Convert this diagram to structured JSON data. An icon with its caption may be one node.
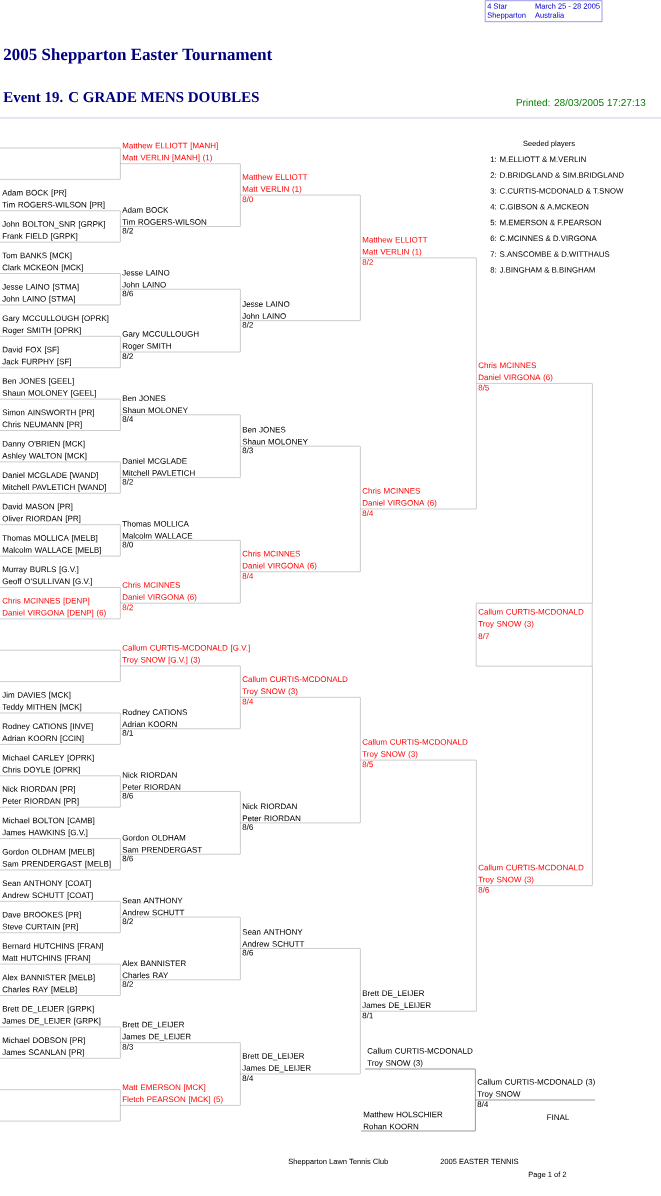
{
  "diagram": {
    "title": "2005 Shepparton Easter Tournament",
    "nodes": [
      {
        "text": [
          "4 Star",
          "March 25 - 28 2005",
          "Shepparton",
          "Australia"
        ]
      },
      {
        "text": [],
        "shape": "line"
      },
      {
        "text": [],
        "shape": "line"
      },
      {
        "text": [
          "Adam BOCK [PR]",
          "Tim ROGERS-WILSON [PR]"
        ]
      },
      {
        "text": [
          "John BOLTON_SNR [GRPK]",
          "Frank FIELD [GRPK]"
        ]
      },
      {
        "text": [
          "Tom BANKS [MCK]",
          "Clark MCKEON [MCK]"
        ]
      },
      {
        "text": [
          "Jesse LAINO [STMA]",
          "John LAINO [STMA]"
        ]
      },
      {
        "text": [
          "Gary MCCULLOUGH [OPRK]",
          "Roger SMITH [OPRK]"
        ]
      },
      {
        "text": [
          "David FOX [SF]",
          "Jack FURPHY [SF]"
        ]
      },
      {
        "text": [
          "Ben JONES [GEEL]",
          "Shaun MOLONEY [GEEL]"
        ]
      },
      {
        "text": [
          "Simon AINSWORTH [PR]",
          "Chris NEUMANN [PR]"
        ]
      },
      {
        "text": [
          "Danny O'BRIEN [MCK]",
          "Ashley WALTON [MCK]"
        ]
      },
      {
        "text": [
          "Daniel MCGLADE [WAND]",
          "Mitchell PAVLETICH [WAND]"
        ]
      },
      {
        "text": [
          "David MASON [PR]",
          "Oliver RIORDAN [PR]"
        ]
      },
      {
        "text": [
          "Thomas MOLLICA [MELB]",
          "Malcolm WALLACE [MELB]"
        ]
      },
      {
        "text": [
          "Murray BURLS [G.V.]",
          "Geoff O'SULLIVAN [G.V.]"
        ]
      },
      {
        "text": [
          "Chris MCINNES [DENP]",
          "Daniel VIRGONA [DENP] (6)"
        ]
      },
      {
        "text": [],
        "shape": "line"
      },
      {
        "text": [],
        "shape": "line"
      },
      {
        "text": [
          "Jim DAVIES [MCK]",
          "Teddy MITHEN [MCK]"
        ]
      },
      {
        "text": [
          "Rodney CATIONS [INVE]",
          "Adrian KOORN [CCIN]"
        ]
      },
      {
        "text": [
          "Michael CARLEY [OPRK]",
          "Chris DOYLE [OPRK]"
        ]
      },
      {
        "text": [
          "Nick RIORDAN [PR]",
          "Peter RIORDAN [PR]"
        ]
      },
      {
        "text": [
          "Michael BOLTON [CAMB]",
          "James HAWKINS [G.V.]"
        ]
      },
      {
        "text": [
          "Gordon OLDHAM [MELB]",
          "Sam PRENDERGAST [MELB]"
        ]
      },
      {
        "text": [
          "Sean ANTHONY [COAT]",
          "Andrew SCHUTT [COAT]"
        ]
      },
      {
        "text": [
          "Dave BROOKES [PR]",
          "Steve CURTAIN [PR]"
        ]
      },
      {
        "text": [
          "Bernard HUTCHINS [FRAN]",
          "Matt HUTCHINS [FRAN]"
        ]
      },
      {
        "text": [
          "Alex BANNISTER [MELB]",
          "Charles RAY [MELB]"
        ]
      },
      {
        "text": [
          "Brett DE_LEIJER [GRPK]",
          "James DE_LEIJER [GRPK]"
        ]
      },
      {
        "text": [
          "Michael DOBSON [PR]",
          "James SCANLAN [PR]"
        ]
      },
      {
        "text": [],
        "shape": "line"
      },
      {
        "text": [],
        "shape": "line"
      },
      {
        "text": [
          "Matthew ELLIOTT [MANH]",
          "Matt VERLIN [MANH] (1)"
        ]
      },
      {
        "text": [
          "Adam BOCK",
          "Tim ROGERS-WILSON",
          "8/2"
        ]
      },
      {
        "text": [
          "Jesse LAINO",
          "John LAINO",
          "8/6"
        ]
      },
      {
        "text": [
          "Gary MCCULLOUGH",
          "Roger SMITH",
          "8/2"
        ]
      },
      {
        "text": [
          "Ben JONES",
          "Shaun MOLONEY",
          "8/4"
        ]
      },
      {
        "text": [
          "Daniel MCGLADE",
          "Mitchell PAVLETICH",
          "8/2"
        ]
      },
      {
        "text": [
          "Thomas MOLLICA",
          "Malcolm WALLACE",
          "8/0"
        ]
      },
      {
        "text": [
          "Chris MCINNES",
          "Daniel VIRGONA (6)",
          "8/2"
        ]
      },
      {
        "text": [
          "Callum CURTIS-MCDONALD [G.V.]",
          "Troy SNOW [G.V.] (3)"
        ]
      },
      {
        "text": [
          "Rodney CATIONS",
          "Adrian KOORN",
          "8/1"
        ]
      },
      {
        "text": [
          "Nick RIORDAN",
          "Peter RIORDAN",
          "8/6"
        ]
      },
      {
        "text": [
          "Gordon OLDHAM",
          "Sam PRENDERGAST",
          "8/6"
        ]
      },
      {
        "text": [
          "Sean ANTHONY",
          "Andrew SCHUTT",
          "8/2"
        ]
      },
      {
        "text": [
          "Alex BANNISTER",
          "Charles RAY",
          "8/2"
        ]
      },
      {
        "text": [
          "Brett DE_LEIJER",
          "James DE_LEIJER",
          "8/3"
        ]
      },
      {
        "text": [
          "Matt EMERSON [MCK]",
          "Fletch PEARSON [MCK] (5)"
        ]
      },
      {
        "text": [
          "Matthew ELLIOTT",
          "Matt VERLIN (1)",
          "8/0"
        ]
      },
      {
        "text": [
          "Jesse LAINO",
          "John LAINO",
          "8/2"
        ]
      },
      {
        "text": [
          "Ben JONES",
          "Shaun MOLONEY",
          "8/3"
        ]
      },
      {
        "text": [
          "Chris MCINNES",
          "Daniel VIRGONA (6)",
          "8/4"
        ]
      },
      {
        "text": [
          "Callum CURTIS-MCDONALD",
          "Troy SNOW (3)",
          "8/4"
        ]
      },
      {
        "text": [
          "Nick RIORDAN",
          "Peter RIORDAN",
          "8/6"
        ]
      },
      {
        "text": [
          "Sean ANTHONY",
          "Andrew SCHUTT",
          "8/6"
        ]
      },
      {
        "text": [
          "Brett DE_LEIJER",
          "James DE_LEIJER",
          "8/4"
        ]
      },
      {
        "text": [
          "Matthew ELLIOTT",
          "Matt VERLIN (1)",
          "8/2"
        ]
      },
      {
        "text": [
          "Chris MCINNES",
          "Daniel VIRGONA (6)",
          "8/4"
        ]
      },
      {
        "text": [
          "Callum CURTIS-MCDONALD",
          "Troy SNOW (3)",
          "8/5"
        ]
      },
      {
        "text": [
          "Brett DE_LEIJER",
          "James DE_LEIJER",
          "8/1"
        ]
      },
      {
        "text": [
          "Chris MCINNES",
          "Daniel VIRGONA (6)",
          "8/5"
        ]
      },
      {
        "text": [
          "Callum CURTIS-MCDONALD",
          "Troy SNOW (3)",
          "8/6"
        ]
      },
      {
        "text": [
          "Callum CURTIS-MCDONALD",
          "Troy SNOW (3)",
          "8/7"
        ]
      },
      {
        "text": [
          "Callum CURTIS-MCDONALD",
          "Troy SNOW (3)"
        ]
      },
      {
        "text": [
          "Matthew HOLSCHIER",
          "Rohan KOORN"
        ]
      },
      {
        "text": [
          "Callum CURTIS-MCDONALD (3)",
          "Troy SNOW",
          "8/4"
        ]
      }
    ],
    "edges": [
      {
        "from": 1,
        "to": 33,
        "arrow": "none"
      },
      {
        "from": 2,
        "to": 33,
        "arrow": "none"
      },
      {
        "from": 3,
        "to": 34,
        "arrow": "none"
      },
      {
        "from": 4,
        "to": 34,
        "arrow": "none"
      },
      {
        "from": 5,
        "to": 35,
        "arrow": "none"
      },
      {
        "from": 6,
        "to": 35,
        "arrow": "none"
      },
      {
        "from": 7,
        "to": 36,
        "arrow": "none"
      },
      {
        "from": 8,
        "to": 36,
        "arrow": "none"
      },
      {
        "from": 9,
        "to": 37,
        "arrow": "none"
      },
      {
        "from": 10,
        "to": 37,
        "arrow": "none"
      },
      {
        "from": 11,
        "to": 38,
        "arrow": "none"
      },
      {
        "from": 12,
        "to": 38,
        "arrow": "none"
      },
      {
        "from": 13,
        "to": 39,
        "arrow": "none"
      },
      {
        "from": 14,
        "to": 39,
        "arrow": "none"
      },
      {
        "from": 15,
        "to": 40,
        "arrow": "none"
      },
      {
        "from": 16,
        "to": 40,
        "arrow": "none"
      },
      {
        "from": 17,
        "to": 41,
        "arrow": "none"
      },
      {
        "from": 18,
        "to": 41,
        "arrow": "none"
      },
      {
        "from": 19,
        "to": 42,
        "arrow": "none"
      },
      {
        "from": 20,
        "to": 42,
        "arrow": "none"
      },
      {
        "from": 21,
        "to": 43,
        "arrow": "none"
      },
      {
        "from": 22,
        "to": 43,
        "arrow": "none"
      },
      {
        "from": 23,
        "to": 44,
        "arrow": "none"
      },
      {
        "from": 24,
        "to": 44,
        "arrow": "none"
      },
      {
        "from": 25,
        "to": 45,
        "arrow": "none"
      },
      {
        "from": 26,
        "to": 45,
        "arrow": "none"
      },
      {
        "from": 27,
        "to": 46,
        "arrow": "none"
      },
      {
        "from": 28,
        "to": 46,
        "arrow": "none"
      },
      {
        "from": 29,
        "to": 47,
        "arrow": "none"
      },
      {
        "from": 30,
        "to": 47,
        "arrow": "none"
      },
      {
        "from": 31,
        "to": 48,
        "arrow": "none"
      },
      {
        "from": 32,
        "to": 48,
        "arrow": "none"
      },
      {
        "from": 33,
        "to": 49,
        "arrow": "none"
      },
      {
        "from": 34,
        "to": 49,
        "arrow": "none"
      },
      {
        "from": 35,
        "to": 50,
        "arrow": "none"
      },
      {
        "from": 36,
        "to": 50,
        "arrow": "none"
      },
      {
        "from": 37,
        "to": 51,
        "arrow": "none"
      },
      {
        "from": 38,
        "to": 51,
        "arrow": "none"
      },
      {
        "from": 39,
        "to": 52,
        "arrow": "none"
      },
      {
        "from": 40,
        "to": 52,
        "arrow": "none"
      },
      {
        "from": 41,
        "to": 53,
        "arrow": "none"
      },
      {
        "from": 42,
        "to": 53,
        "arrow": "none"
      },
      {
        "from": 43,
        "to": 54,
        "arrow": "none"
      },
      {
        "from": 44,
        "to": 54,
        "arrow": "none"
      },
      {
        "from": 45,
        "to": 55,
        "arrow": "none"
      },
      {
        "from": 46,
        "to": 55,
        "arrow": "none"
      },
      {
        "from": 47,
        "to": 56,
        "arrow": "none"
      },
      {
        "from": 48,
        "to": 56,
        "arrow": "none"
      },
      {
        "from": 49,
        "to": 57,
        "arrow": "none"
      },
      {
        "from": 50,
        "to": 57,
        "arrow": "none"
      },
      {
        "from": 51,
        "to": 58,
        "arrow": "none"
      },
      {
        "from": 52,
        "to": 58,
        "arrow": "none"
      },
      {
        "from": 53,
        "to": 59,
        "arrow": "none"
      },
      {
        "from": 54,
        "to": 59,
        "arrow": "none"
      },
      {
        "from": 55,
        "to": 60,
        "arrow": "none"
      },
      {
        "from": 56,
        "to": 60,
        "arrow": "none"
      },
      {
        "from": 57,
        "to": 61,
        "arrow": "none"
      },
      {
        "from": 58,
        "to": 61,
        "arrow": "none"
      },
      {
        "from": 59,
        "to": 62,
        "arrow": "none"
      },
      {
        "from": 60,
        "to": 62,
        "arrow": "none"
      },
      {
        "from": 61,
        "to": 63,
        "arrow": "none"
      },
      {
        "from": 62,
        "to": 63,
        "arrow": "none"
      },
      {
        "from": 64,
        "to": 66,
        "arrow": "none",
        "color": "#000000"
      },
      {
        "from": 65,
        "to": 66,
        "arrow": "none",
        "color": "#000000"
      }
    ],
    "labels": [
      "Event 19. C GRADE MENS DOUBLES",
      "Printed: 28/03/2005 17:27:13",
      "Seeded players",
      "1: M.ELLIOTT & M.VERLIN",
      "2: D.BRIDGLAND & SIM.BRIDGLAND",
      "3: C.CURTIS-MCDONALD & T.SNOW",
      "4: C.GIBSON & A.MCKEON",
      "5: M.EMERSON & F.PEARSON",
      "6: C.MCINNES & D.VIRGONA",
      "7: S.ANSCOMBE & D.WITTHAUS",
      "8: J.BINGHAM & B.BINGHAM",
      "FINAL",
      "Shepparton Lawn Tennis Club",
      "2005 EASTER TENNIS",
      "Page 1 of 2"
    ]
  }
}
